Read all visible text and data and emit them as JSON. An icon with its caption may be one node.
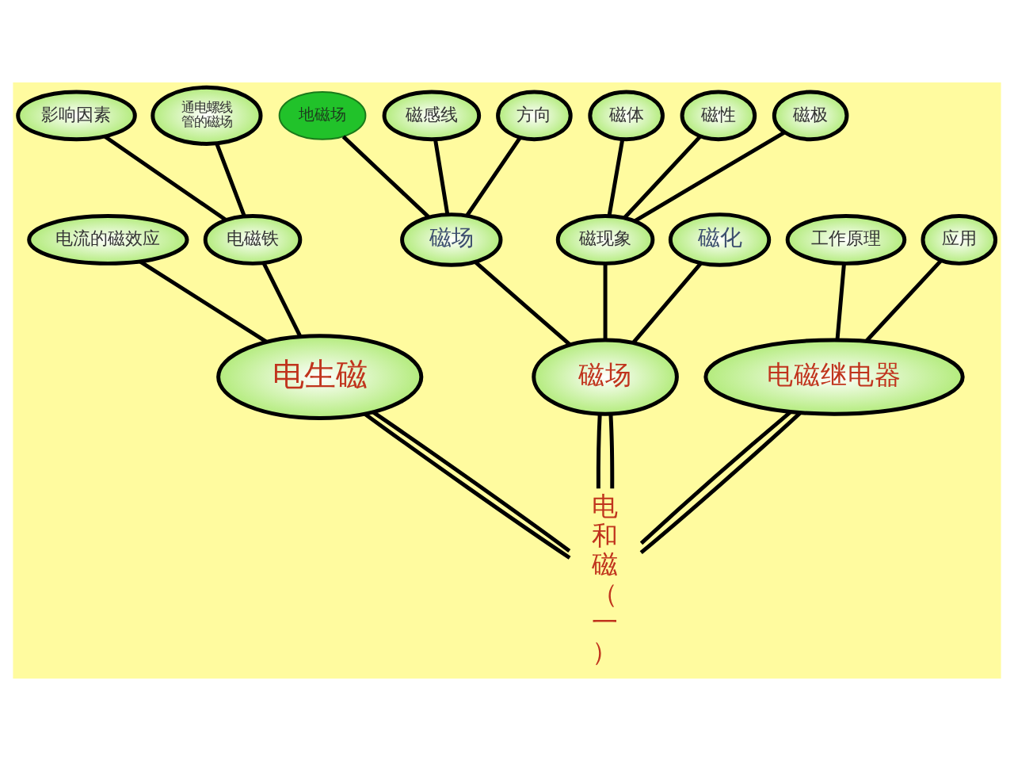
{
  "diagram": {
    "nodes": [
      {
        "text": [
          "电和磁（一）"
        ]
      },
      {
        "text": [
          "电生磁"
        ]
      },
      {
        "text": [
          "电流的磁效应"
        ]
      },
      {
        "text": [
          "电磁铁"
        ]
      },
      {
        "text": [
          "影响因素"
        ]
      },
      {
        "text": [
          "通电螺线管的磁场"
        ]
      },
      {
        "text": [
          "磁场"
        ]
      },
      {
        "text": [
          "磁场"
        ]
      },
      {
        "text": [
          "地磁场"
        ]
      },
      {
        "text": [
          "磁感线"
        ]
      },
      {
        "text": [
          "方向"
        ]
      },
      {
        "text": [
          "磁体"
        ]
      },
      {
        "text": [
          "磁现象"
        ]
      },
      {
        "text": [
          "磁性"
        ]
      },
      {
        "text": [
          "磁极"
        ]
      },
      {
        "text": [
          "磁化"
        ]
      },
      {
        "text": [
          "电磁继电器"
        ]
      },
      {
        "text": [
          "工作原理"
        ]
      },
      {
        "text": [
          "应用"
        ]
      }
    ],
    "edges": [
      {
        "from": 0,
        "to": 1,
        "arrow": "none"
      },
      {
        "from": 0,
        "to": 1,
        "arrow": "none"
      },
      {
        "from": 0,
        "to": 6,
        "arrow": "none"
      },
      {
        "from": 0,
        "to": 6,
        "arrow": "none"
      },
      {
        "from": 0,
        "to": 16,
        "arrow": "none"
      },
      {
        "from": 0,
        "to": 16,
        "arrow": "none"
      },
      {
        "from": 1,
        "to": 2,
        "arrow": "none"
      },
      {
        "from": 1,
        "to": 3,
        "arrow": "none"
      },
      {
        "from": 3,
        "to": 4,
        "arrow": "none"
      },
      {
        "from": 3,
        "to": 5,
        "arrow": "none"
      },
      {
        "from": 6,
        "to": 7,
        "arrow": "none"
      },
      {
        "from": 7,
        "to": 8,
        "arrow": "none"
      },
      {
        "from": 7,
        "to": 9,
        "arrow": "none"
      },
      {
        "from": 7,
        "to": 10,
        "arrow": "none"
      },
      {
        "from": 6,
        "to": 12,
        "arrow": "none"
      },
      {
        "from": 12,
        "to": 11,
        "arrow": "none"
      },
      {
        "from": 12,
        "to": 13,
        "arrow": "none"
      },
      {
        "from": 12,
        "to": 14,
        "arrow": "none"
      },
      {
        "from": 6,
        "to": 15,
        "arrow": "none"
      },
      {
        "from": 16,
        "to": 17,
        "arrow": "none"
      },
      {
        "from": 16,
        "to": 18,
        "arrow": "none"
      }
    ]
  }
}
